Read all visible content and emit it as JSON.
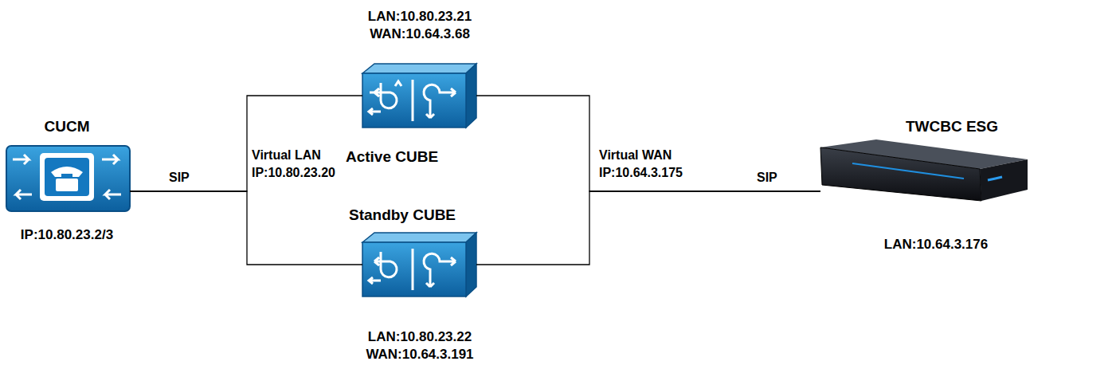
{
  "diagram": {
    "nodes": [
      {
        "text": [
          "CUCM",
          "IP:10.80.23.2/3"
        ]
      },
      {
        "text": [
          "LAN:10.80.23.21 WAN:10.64.3.68",
          "Active CUBE"
        ]
      },
      {
        "text": [
          "Standby CUBE",
          "LAN:10.80.23.22 WAN:10.64.3.191"
        ]
      },
      {
        "text": [
          "TWCBC ESG",
          "LAN:10.64.3.176"
        ]
      }
    ],
    "edges": [
      {
        "from": 0,
        "to": 1,
        "arrow": "none"
      },
      {
        "from": 0,
        "to": 2,
        "arrow": "none"
      },
      {
        "from": 1,
        "to": 3,
        "arrow": "none"
      },
      {
        "from": 2,
        "to": 3,
        "arrow": "none"
      }
    ],
    "labels": [
      "SIP",
      "Virtual LAN IP:10.80.23.20",
      "Virtual WAN IP:10.64.3.175",
      "SIP"
    ]
  }
}
